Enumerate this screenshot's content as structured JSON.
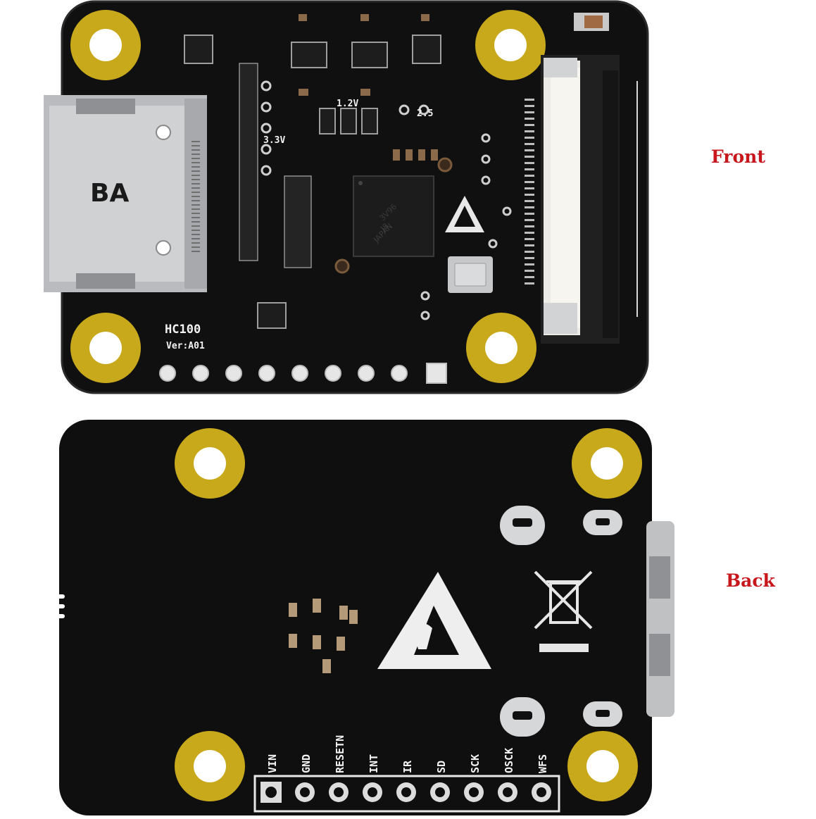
{
  "labels": {
    "front": "Front",
    "back": "Back"
  },
  "front_board": {
    "connector_marking": "BA",
    "model": "HC100",
    "version": "Ver:A01",
    "voltage_marks": [
      "3.3V",
      "1.2V",
      "2.5"
    ],
    "chip_marking": [
      "3V96",
      "J8",
      "JAPAN"
    ]
  },
  "back_board": {
    "pin_labels": [
      "VIN",
      "GND",
      "RESETN",
      "INT",
      "IR",
      "SD",
      "SCK",
      "OSCK",
      "WFS"
    ]
  },
  "colors": {
    "pcb": "#111111",
    "pad_gold": "#c9a91c",
    "silkscreen": "#f2f2f2",
    "label_red": "#c8161d",
    "metal": "#c7c9cb"
  }
}
